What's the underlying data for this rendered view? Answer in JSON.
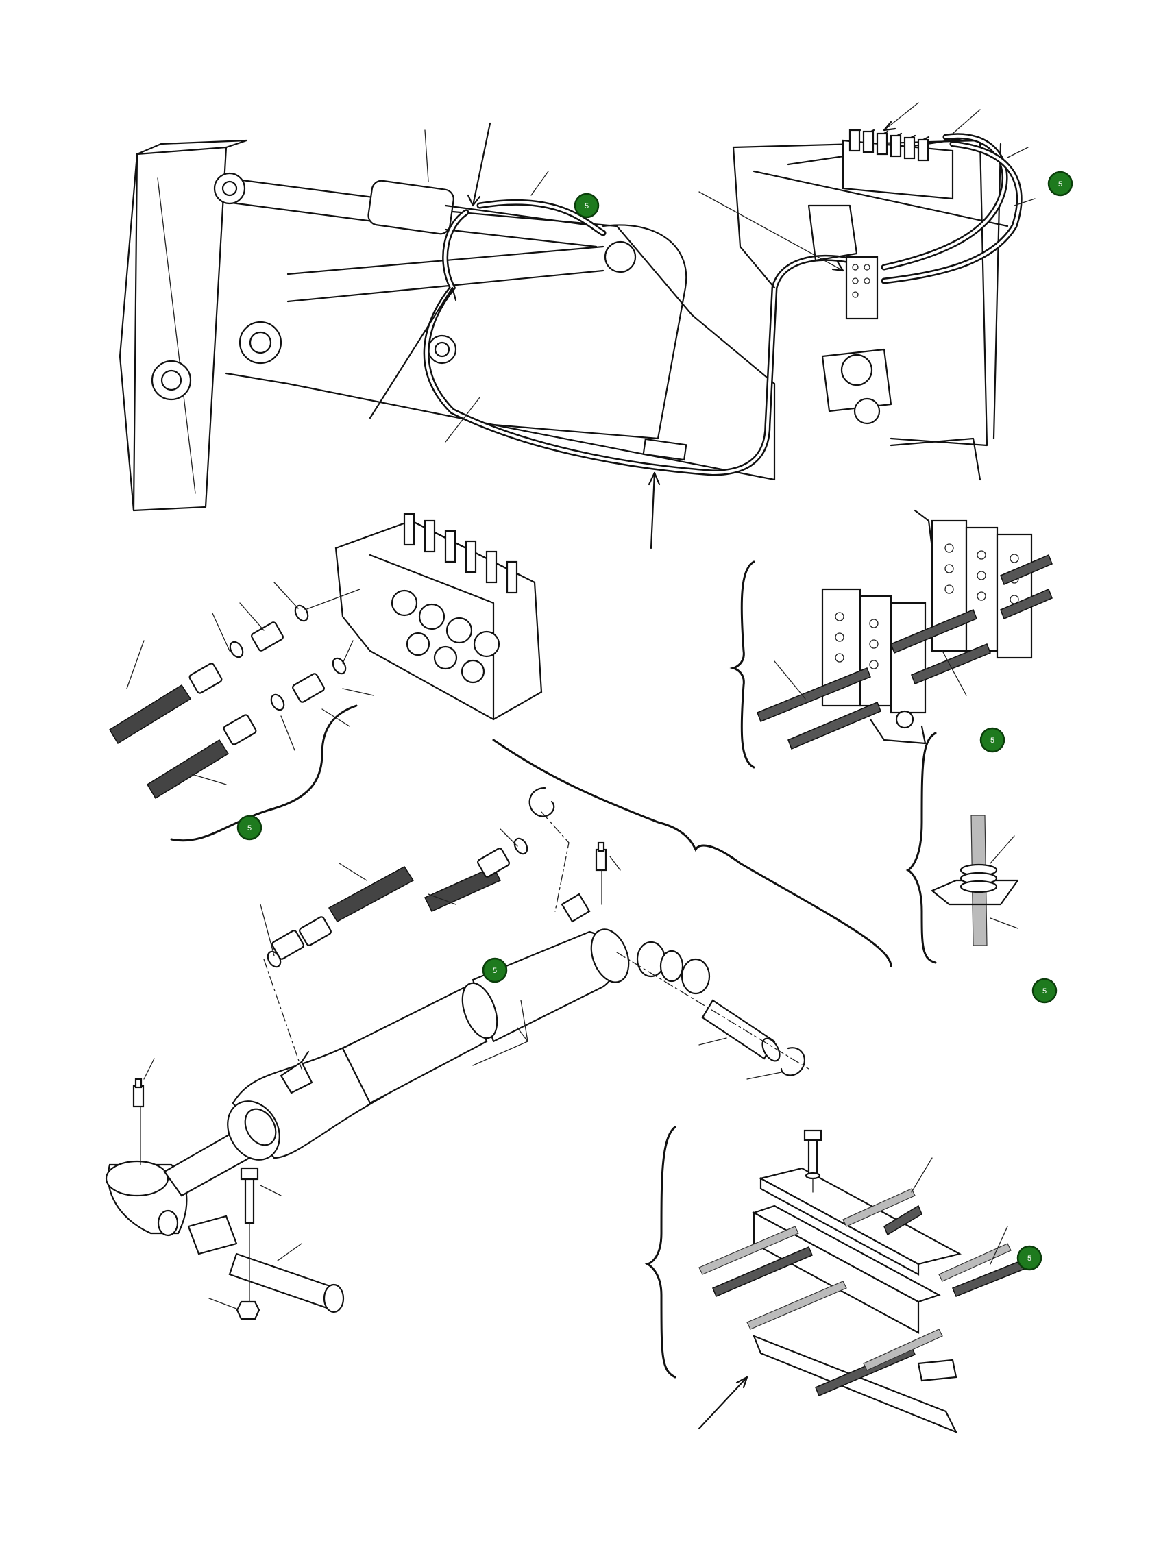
{
  "diagram": {
    "callouts": [
      {
        "id": "callout-top-hose",
        "label": "5"
      },
      {
        "id": "callout-top-right",
        "label": "5"
      },
      {
        "id": "callout-valve-fittings",
        "label": "5"
      },
      {
        "id": "callout-clamp-assembly",
        "label": "5"
      },
      {
        "id": "callout-cylinder",
        "label": "5"
      },
      {
        "id": "callout-hose-grommet",
        "label": "5"
      },
      {
        "id": "callout-bottom-clamp",
        "label": "5"
      }
    ],
    "colors": {
      "callout_fill": "#1e7a1e",
      "callout_ring": "#0b3d0b",
      "line": "#111111"
    }
  }
}
